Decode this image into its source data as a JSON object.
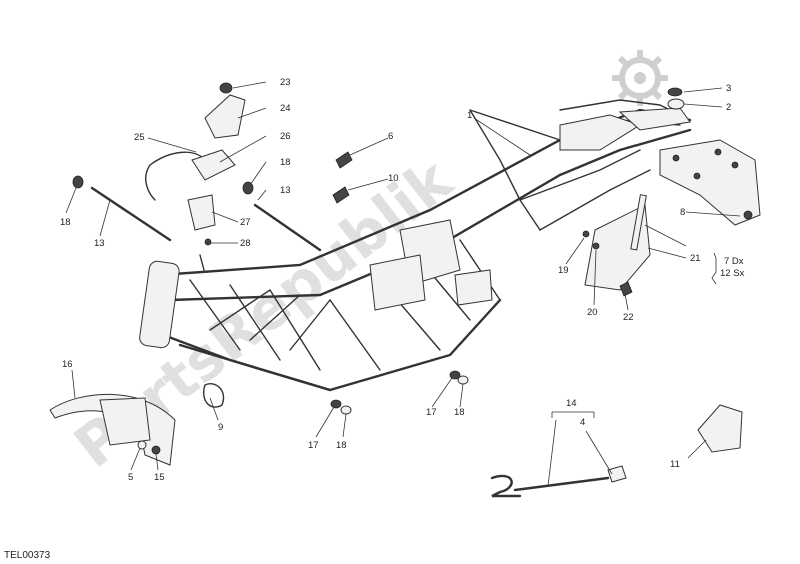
{
  "diagram": {
    "code": "TEL00373",
    "watermark": "PartsRepublik",
    "labels": {
      "l1": "1",
      "l2": "2",
      "l3": "3",
      "l4": "4",
      "l5": "5",
      "l6": "6",
      "l7dx": "7 Dx",
      "l8": "8",
      "l9": "9",
      "l10": "10",
      "l11": "11",
      "l12sx": "12 Sx",
      "l13a": "13",
      "l13b": "13",
      "l14": "14",
      "l15": "15",
      "l16": "16",
      "l17a": "17",
      "l17b": "17",
      "l18a": "18",
      "l18b": "18",
      "l18c": "18",
      "l18d": "18",
      "l19": "19",
      "l20": "20",
      "l21": "21",
      "l22": "22",
      "l23": "23",
      "l24": "24",
      "l25": "25",
      "l26": "26",
      "l27": "27",
      "l28": "28"
    },
    "colors": {
      "line": "#333333",
      "watermark": "#c8c8c8"
    }
  }
}
